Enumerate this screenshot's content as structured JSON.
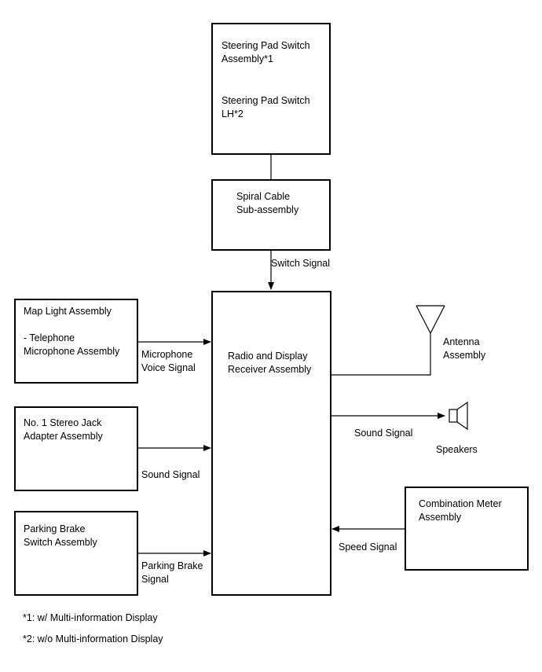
{
  "blocks": {
    "steering_pad": {
      "line1": "Steering Pad Switch\nAssembly*1",
      "line2": "Steering Pad Switch\nLH*2"
    },
    "spiral_cable": "Spiral Cable\nSub-assembly",
    "radio_receiver": "Radio and Display\nReceiver Assembly",
    "map_light": {
      "line1": "Map Light Assembly",
      "line2": "- Telephone\nMicrophone Assembly"
    },
    "stereo_jack": "No. 1 Stereo Jack\nAdapter Assembly",
    "parking_brake": "Parking Brake\nSwitch Assembly",
    "combination_meter": "Combination Meter\nAssembly",
    "antenna": "Antenna\nAssembly",
    "speakers": "Speakers"
  },
  "signals": {
    "switch": "Switch Signal",
    "microphone": "Microphone\nVoice Signal",
    "sound_jack": "Sound Signal",
    "parking_brake": "Parking Brake\nSignal",
    "sound_speaker": "Sound Signal",
    "speed": "Speed Signal"
  },
  "footnotes": [
    "*1: w/ Multi-information Display",
    "*2: w/o Multi-information Display"
  ]
}
